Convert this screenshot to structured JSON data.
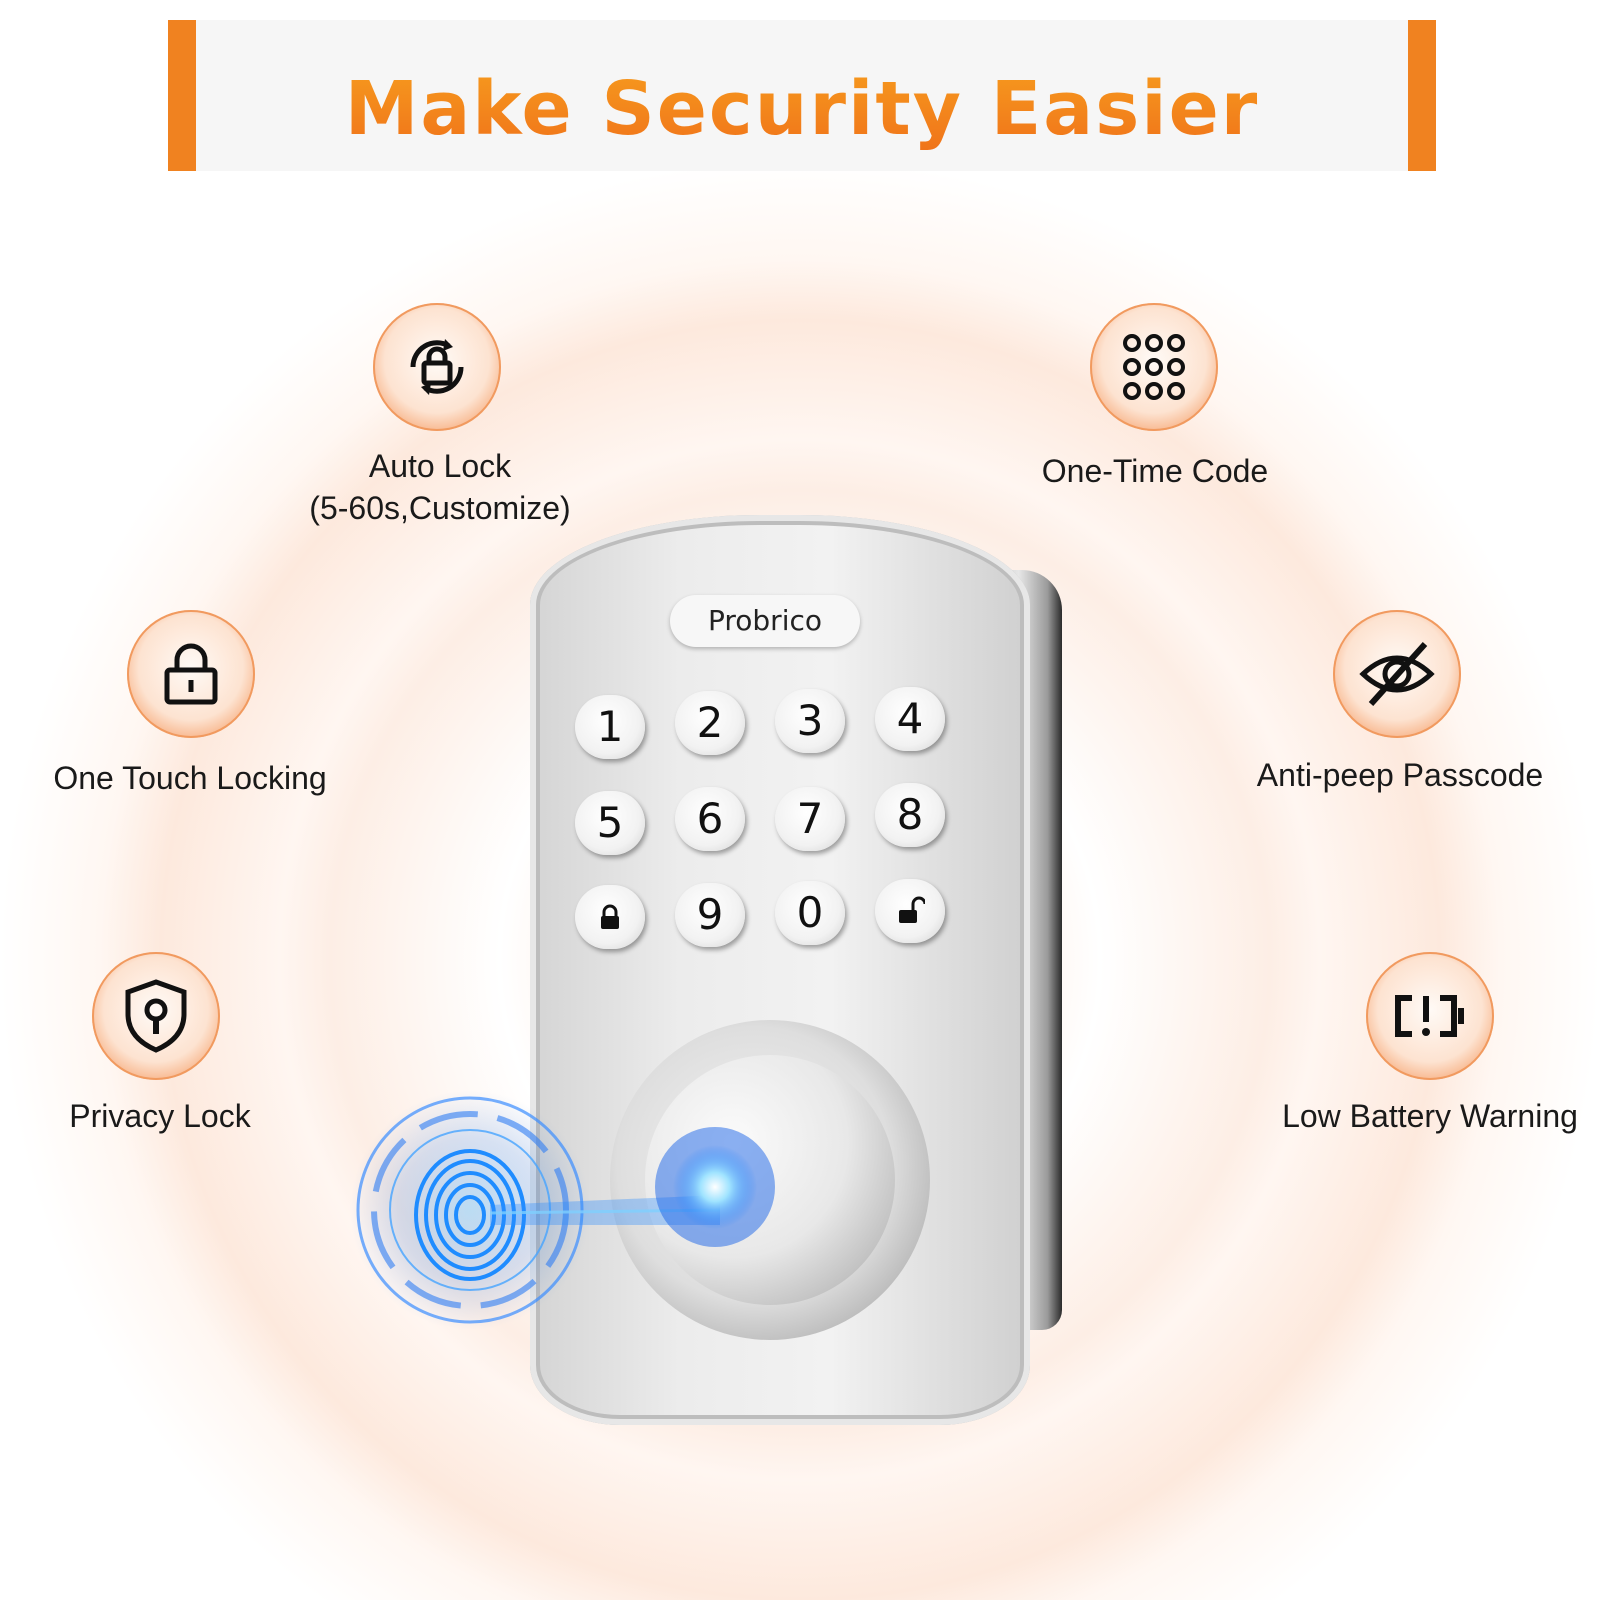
{
  "header": {
    "title": "Make Security Easier",
    "accent_color": "#f08220"
  },
  "features": {
    "auto_lock": {
      "label_line1": "Auto Lock",
      "label_line2": "(5-60s,Customize)",
      "icon": "auto-lock-icon"
    },
    "one_time_code": {
      "label": "One-Time Code",
      "icon": "keypad-grid-icon"
    },
    "one_touch": {
      "label": "One Touch Locking",
      "icon": "padlock-icon"
    },
    "anti_peep": {
      "label": "Anti-peep Passcode",
      "icon": "eye-slash-icon"
    },
    "privacy": {
      "label": "Privacy Lock",
      "icon": "shield-keyhole-icon"
    },
    "low_battery": {
      "label": "Low Battery Warning",
      "icon": "battery-alert-icon"
    }
  },
  "product": {
    "brand": "Probrico",
    "keys": [
      "1",
      "2",
      "3",
      "4",
      "5",
      "6",
      "7",
      "8",
      "",
      "9",
      "0",
      ""
    ]
  }
}
